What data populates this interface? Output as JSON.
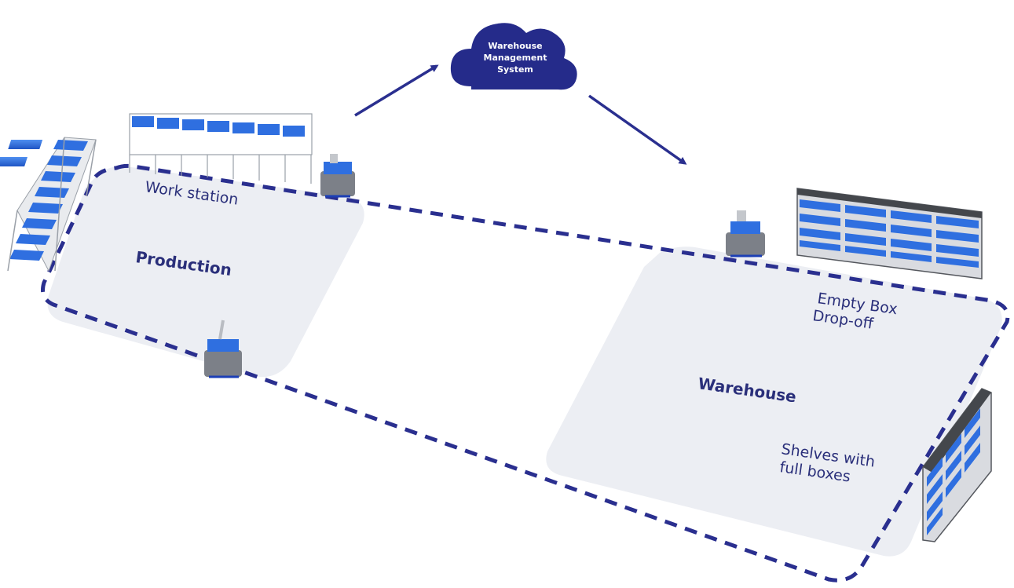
{
  "cloud": {
    "line1": "Warehouse",
    "line2": "Management",
    "line3": "System"
  },
  "labels": {
    "work_station": "Work station",
    "production": "Production",
    "empty_box_line1": "Empty Box",
    "empty_box_line2": "Drop-off",
    "warehouse": "Warehouse",
    "shelves_line1": "Shelves with",
    "shelves_line2": "full boxes"
  },
  "colors": {
    "accent": "#2a2f8f",
    "text": "#2a2f7a",
    "zone": "#eceef3",
    "box": "#2f6fe0",
    "shelf_frame": "#9aa0a8"
  }
}
